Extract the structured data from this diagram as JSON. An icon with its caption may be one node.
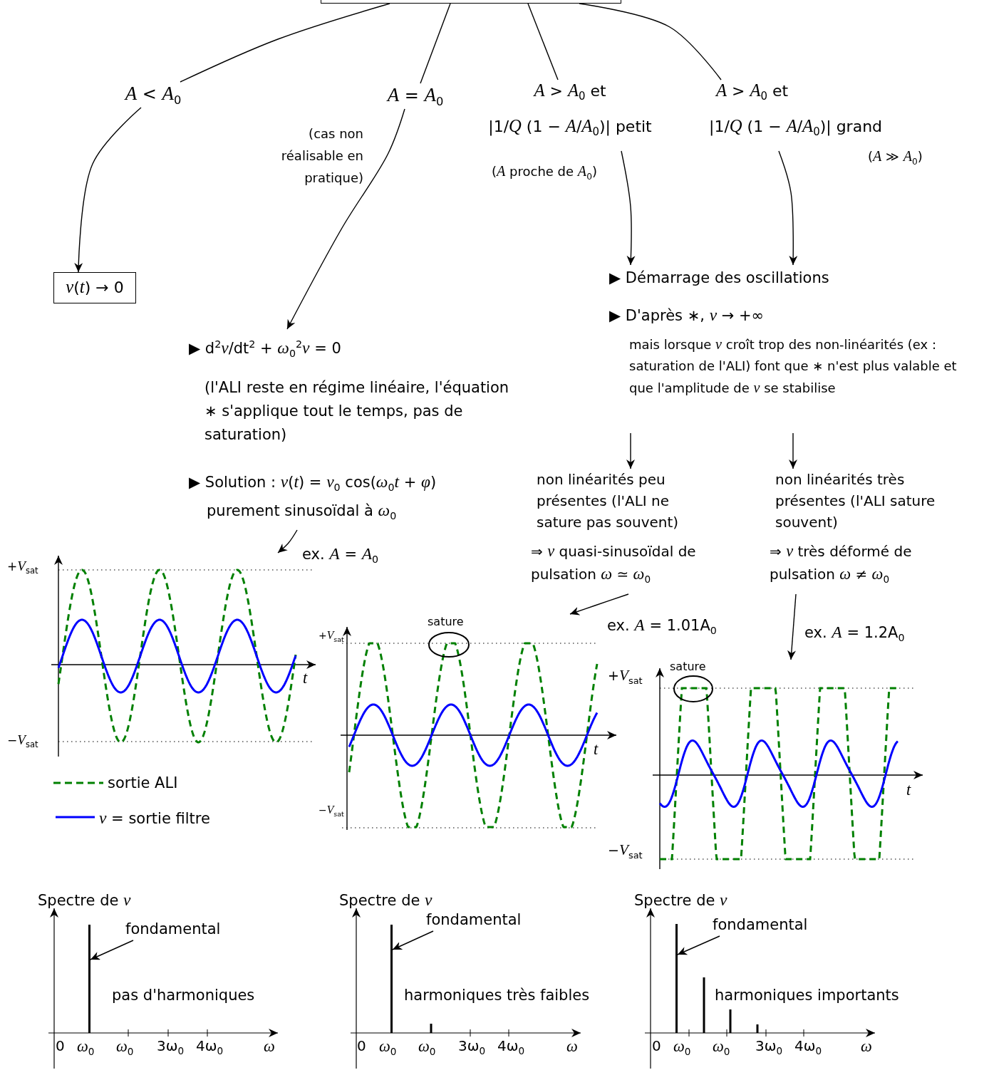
{
  "diagram": {
    "nodes": [
      {
        "text": [],
        "shape": "box"
      },
      {
        "text": [
          "*A* < *A*$_{0}$"
        ]
      },
      {
        "text": [
          "*A* = *A*$_{0}$"
        ],
        "beside": [
          "(cas non réalisable en pratique)"
        ]
      },
      {
        "text": [
          "*A* > *A*$_{0}$ et",
          "|1/*Q* (1 − *A*/*A*$_{0}$)| petit"
        ],
        "beside": [
          "(*A* proche de *A*$_{0}$)"
        ]
      },
      {
        "text": [
          "*A* > *A*$_{0}$ et",
          "|1/*Q* (1 − *A*/*A*$_{0}$)| grand"
        ],
        "beside": [
          "(*A* ≫ *A*$_{0}$)"
        ]
      },
      {
        "text": [
          "*v*(*t*) → 0"
        ]
      },
      {
        "text": [
          "▶ d$^{2}$*v*/dt$^{2}$ + *ω*$_{0}$$^{2}$*v* = 0",
          "(l'ALI reste en régime linéaire, l'équation ∗ s'applique tout le temps, pas de saturation)",
          "▶ Solution : *v*(*t*) = *v*$_{0}$ cos(*ω*$_{0}$*t* + *φ*)",
          "purement sinusoïdal à *ω*$_{0}$"
        ]
      },
      {
        "text": [
          "▶ Démarrage des oscillations",
          "▶ D'après ∗, *v* → +∞",
          "mais lorsque *v* croît trop des non-linéarités (ex : saturation de l'ALI) font que ∗ n'est plus valable et que l'amplitude de *v* se stabilise"
        ]
      },
      {
        "text": [
          "non linéarités peu présentes (l'ALI ne sature pas souvent)",
          "⇒ *v* quasi-sinusoïdal de pulsation *ω* ≃ *ω*$_{0}$"
        ]
      },
      {
        "text": [
          "non linéarités très présentes (l'ALI sature souvent)",
          "⇒ *v* très déformé de pulsation *ω* ≠ *ω*$_{0}$"
        ]
      },
      {
        "text": [
          "+*V*$_{sat}$",
          "−*V*$_{sat}$",
          "*t*"
        ]
      },
      {
        "text": [
          "sature",
          "+*V*$_{sat}$",
          "−*V*$_{sat}$",
          "*t*"
        ]
      },
      {
        "text": [
          "sature",
          "+*V*$_{sat}$",
          "−*V*$_{sat}$",
          "*t*"
        ]
      },
      {
        "text": [
          "fondamental"
        ]
      },
      {
        "text": [],
        "shape": "bar"
      },
      {
        "text": [
          "fondamental"
        ]
      },
      {
        "text": [],
        "shape": "bar"
      },
      {
        "text": [
          "fondamental"
        ]
      },
      {
        "text": [],
        "shape": "bar"
      }
    ],
    "edges": [
      {
        "from": 0,
        "to": 1,
        "arrow": "none"
      },
      {
        "from": 0,
        "to": 2,
        "arrow": "none"
      },
      {
        "from": 0,
        "to": 3,
        "arrow": "none"
      },
      {
        "from": 0,
        "to": 4,
        "arrow": "none"
      },
      {
        "from": 1,
        "to": 5,
        "arrow": "to"
      },
      {
        "from": 2,
        "to": 6,
        "arrow": "to"
      },
      {
        "from": 3,
        "to": 7,
        "arrow": "to"
      },
      {
        "from": 4,
        "to": 7,
        "arrow": "to"
      },
      {
        "from": 7,
        "to": 8,
        "arrow": "to"
      },
      {
        "from": 7,
        "to": 9,
        "arrow": "to"
      },
      {
        "from": 6,
        "to": 10,
        "arrow": "to",
        "label": "ex. *A* = *A*$_{0}$"
      },
      {
        "from": 8,
        "to": 11,
        "arrow": "to",
        "label": "ex. *A* = 1.01A$_{0}$"
      },
      {
        "from": 9,
        "to": 12,
        "arrow": "to",
        "label": "ex. *A* = 1.2A$_{0}$"
      },
      {
        "from": 13,
        "to": 14,
        "arrow": "to"
      },
      {
        "from": 15,
        "to": 16,
        "arrow": "to"
      },
      {
        "from": 17,
        "to": 18,
        "arrow": "to"
      }
    ],
    "labels": [
      "Spectre de *v*",
      "pas d'harmoniques",
      "0",
      "*ω*$_{0}$",
      "*ω*$_{0}$",
      "3ω$_{0}$",
      "4ω$_{0}$",
      "*ω*",
      "Spectre de *v*",
      "harmoniques très faibles",
      "0",
      "*ω*$_{0}$",
      "*ω*$_{0}$",
      "3ω$_{0}$",
      "4ω$_{0}$",
      "*ω*",
      "Spectre de *v*",
      "harmoniques importants",
      "0",
      "*ω*$_{0}$",
      "*ω*$_{0}$",
      "3ω$_{0}$",
      "4ω$_{0}$",
      "*ω*"
    ],
    "legend": [
      {
        "text": "sortie ALI"
      },
      {
        "text": "*v* = sortie filtre"
      }
    ]
  }
}
